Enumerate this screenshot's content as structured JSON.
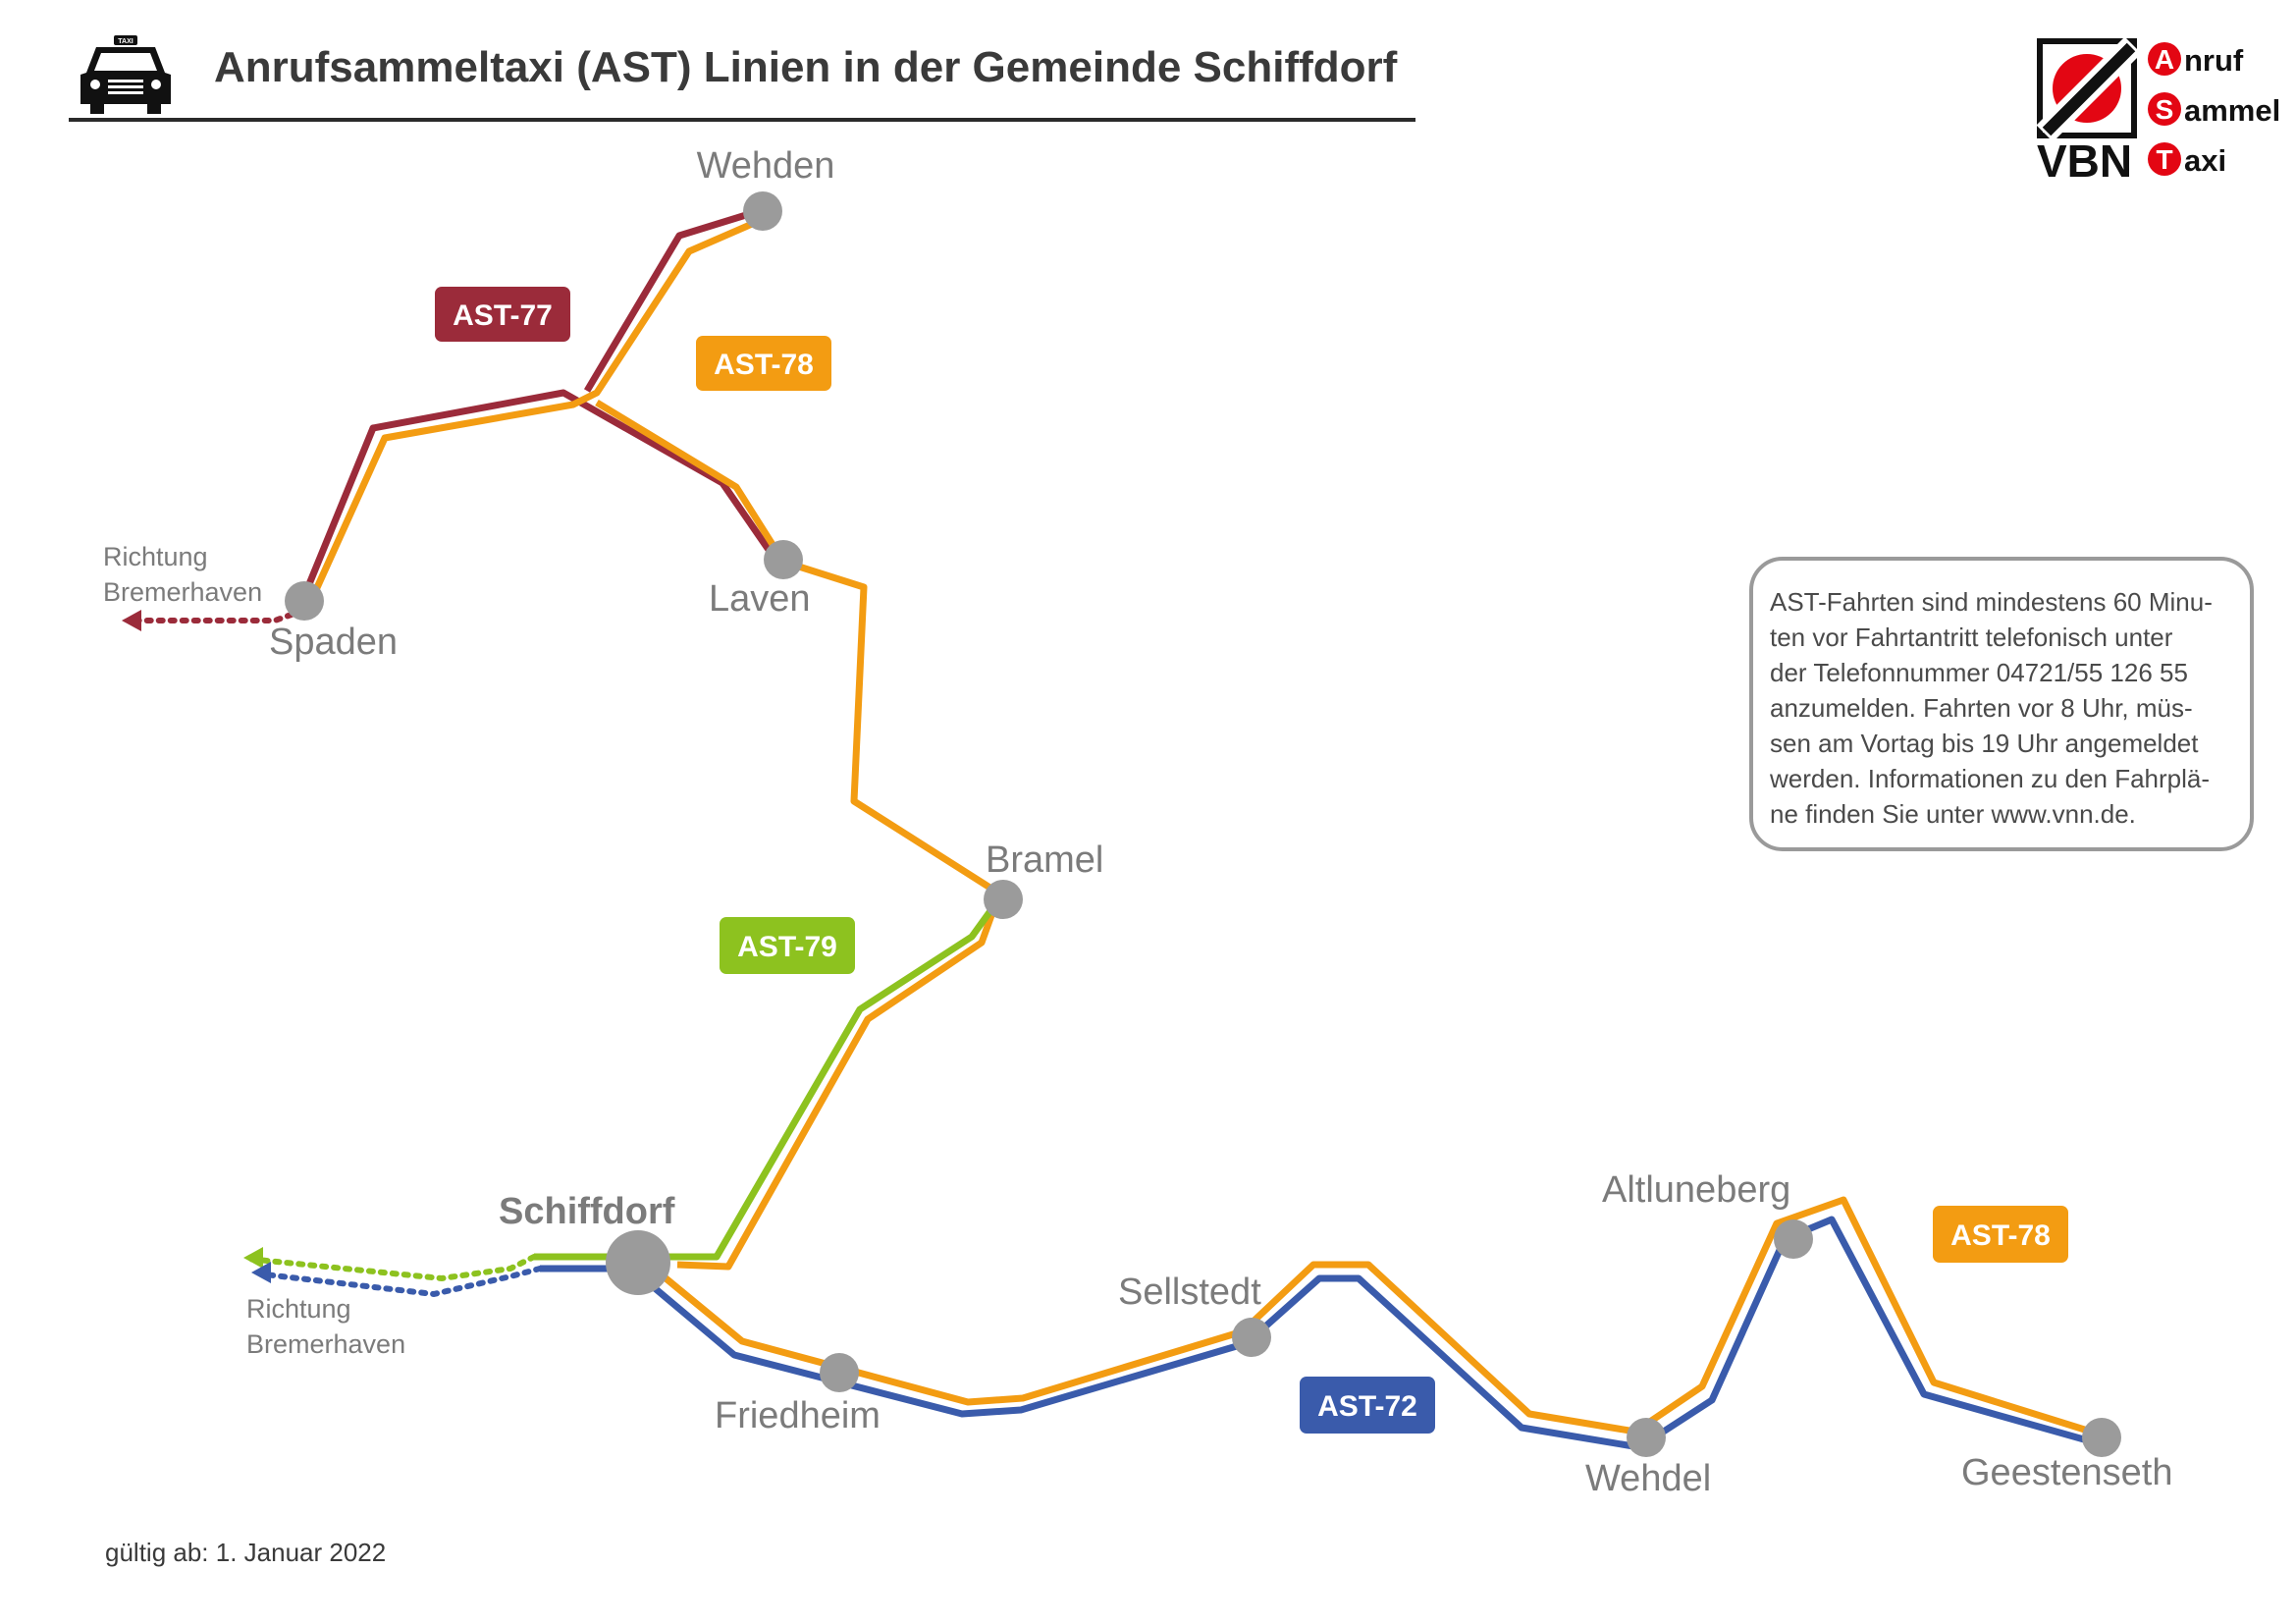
{
  "header": {
    "title": "Anrufsammeltaxi (AST) Linien in der Gemeinde Schiffdorf",
    "taxi_sign": "TAXI"
  },
  "logo": {
    "brand": "VBN",
    "words": [
      {
        "initial": "A",
        "rest": "nruf"
      },
      {
        "initial": "S",
        "rest": "ammel"
      },
      {
        "initial": "T",
        "rest": "axi"
      }
    ]
  },
  "colors": {
    "ast77": "#9b2b3a",
    "ast78": "#f39c12",
    "ast79": "#8dc21f",
    "ast72": "#3a5bab",
    "stop": "#9b9b9b",
    "logo_red": "#e30613"
  },
  "lines": {
    "ast77": "AST-77",
    "ast78_north": "AST-78",
    "ast79": "AST-79",
    "ast72": "AST-72",
    "ast78_south": "AST-78"
  },
  "stops": {
    "wehden": "Wehden",
    "spaden": "Spaden",
    "laven": "Laven",
    "bramel": "Bramel",
    "schiffdorf": "Schiffdorf",
    "friedheim": "Friedheim",
    "sellstedt": "Sellstedt",
    "altluneberg": "Altluneberg",
    "wehdel": "Wehdel",
    "geestenseth": "Geestenseth"
  },
  "directions": {
    "north": {
      "line1": "Richtung",
      "line2": "Bremerhaven"
    },
    "south": {
      "line1": "Richtung",
      "line2": "Bremerhaven"
    }
  },
  "info": {
    "lines": [
      "AST-Fahrten sind mindestens 60 Minu-",
      "ten vor Fahrtantritt telefonisch unter",
      "der Telefonnummer 04721/55 126 55",
      "anzumelden. Fahrten vor 8 Uhr, müs-",
      "sen am Vortag bis 19 Uhr angemeldet",
      "werden. Informationen zu den Fahrplä-",
      "ne finden Sie unter www.vnn.de."
    ]
  },
  "footer": {
    "valid_from": "gültig ab: 1. Januar 2022"
  }
}
